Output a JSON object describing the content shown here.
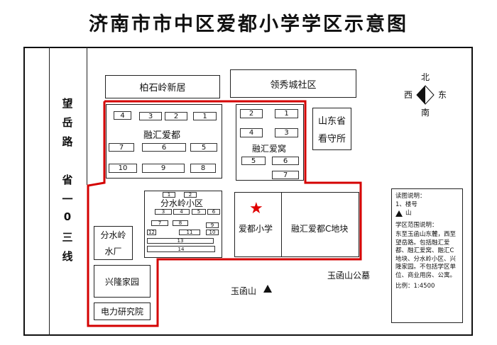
{
  "title": "济南市市中区爱都小学学区示意图",
  "road": [
    "望",
    "岳",
    "路",
    "省",
    "一",
    "0",
    "三",
    "线"
  ],
  "areas": {
    "baishiling": "柏石岭新居",
    "lingxiu": "领秀城社区",
    "shandong_guard": [
      "山东省",
      "看守所"
    ],
    "ronghui_aidu": "融汇爱都",
    "ronghui_aiwo": "融汇爱窝",
    "fenshuiling_xiaoqu": "分水岭小区",
    "fenshuiling_water": [
      "分水岭",
      "水厂"
    ],
    "xinglong": "兴隆家园",
    "power_institute": "电力研究院",
    "aidu_school": "爱都小学",
    "ronghui_c": "融汇爱都C地块",
    "yuhanshan_cemetery": "玉函山公墓",
    "yuhanshan": "玉函山"
  },
  "buildings": {
    "aidu": [
      "4",
      "3",
      "2",
      "1",
      "7",
      "6",
      "5",
      "10",
      "9",
      "8"
    ],
    "aiwo": [
      "2",
      "1",
      "4",
      "3",
      "5",
      "6",
      "7"
    ],
    "fenshuiling": [
      "1",
      "2",
      "3",
      "4",
      "5",
      "6",
      "7",
      "8",
      "9",
      "10",
      "11",
      "12",
      "13",
      "14"
    ]
  },
  "compass": {
    "north": "北",
    "south": "南",
    "east": "东",
    "west": "西"
  },
  "legend": {
    "heading": "读图说明：",
    "item1": "1、楼号",
    "item2": "山",
    "scope_heading": "学区范围说明：",
    "scope_text": "东至玉函山东麓，西至望岳路。包括融汇爱都、融汇爱窝、融汇C地块、分水岭小区、兴隆家园。不包括学区单位、商业用房、公寓。",
    "scale": "比例：1:4500"
  },
  "colors": {
    "boundary": "#d40000",
    "star": "#e00000",
    "line": "#222222"
  },
  "icons": [
    "north-arrow-icon",
    "school-star-icon",
    "mountain-triangle-icon"
  ]
}
